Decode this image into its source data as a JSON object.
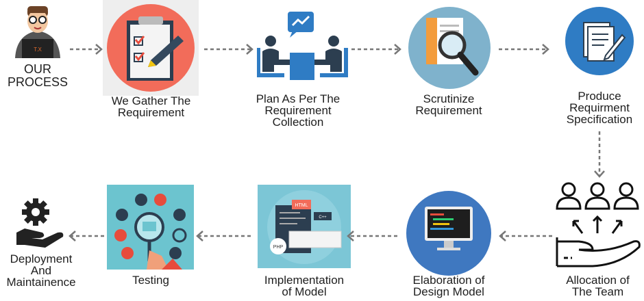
{
  "title": [
    "OUR",
    "PROCESS"
  ],
  "steps": [
    {
      "label": [
        "We Gather The",
        "Requirement"
      ]
    },
    {
      "label": [
        "Plan As Per The",
        "Requirement",
        "Collection"
      ]
    },
    {
      "label": [
        "Scrutinize",
        "Requirement"
      ]
    },
    {
      "label": [
        "Produce",
        "Requirment",
        "Specification"
      ]
    },
    {
      "label": [
        "Allocation of",
        "The Team"
      ]
    },
    {
      "label": [
        "Elaboration of",
        "Design Model"
      ]
    },
    {
      "label": [
        "Implementation",
        "of Model"
      ]
    },
    {
      "label": [
        "Testing"
      ]
    },
    {
      "label": [
        "Deployment",
        "And",
        "Maintainence"
      ]
    }
  ],
  "icon_text": {
    "laptop": "T.X",
    "html": "HTML",
    "php": "PHP",
    "cpp": "C++"
  },
  "colors": {
    "coral": "#f26c5a",
    "blue": "#2f7cc4",
    "navy": "#2c3e50",
    "teal": "#6cc4cf",
    "arrow": "#777777"
  }
}
